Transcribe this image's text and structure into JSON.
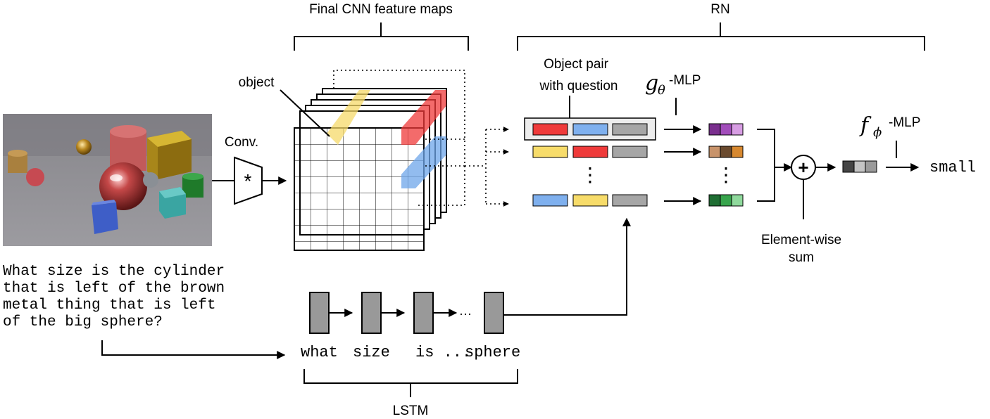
{
  "labels": {
    "cnn_title": "Final CNN feature maps",
    "rn_title": "RN",
    "object": "object",
    "conv": "Conv.",
    "conv_symbol": "*",
    "pair_line1": "Object pair",
    "pair_line2": "with question",
    "g_symbol": "g",
    "g_sub": "θ",
    "g_suffix": "-MLP",
    "f_symbol": "f",
    "f_sub": "ϕ",
    "f_suffix": "-MLP",
    "plus": "+",
    "sum_line1": "Element-wise",
    "sum_line2": "sum",
    "vdots": "⋮",
    "hdots": "···",
    "answer": "small",
    "lstm": "LSTM",
    "question_lines": [
      "What size is the cylinder",
      "that is left of the brown",
      "metal thing that is left",
      "of the big sphere?"
    ],
    "lstm_words": {
      "w1": "what",
      "w2": "size",
      "w3": "is ...",
      "w4": "sphere"
    }
  },
  "colors": {
    "red": "#ef3a3a",
    "blue": "#7fb0ee",
    "yellow": "#f7dc6a",
    "gray": "#a6a6a6",
    "lstm_gray": "#999999",
    "purple_dark": "#7a2f8e",
    "purple": "#a24dbb",
    "purple_light": "#d79de3",
    "brown_dark": "#6a4a2e",
    "brown": "#c8936a",
    "brown_light": "#d7882f",
    "green_dark": "#1f6e33",
    "green": "#37a44c",
    "green_light": "#8fd99c",
    "out_dark": "#454545",
    "out_mid": "#c4c4c4",
    "out_light": "#9a9a9a"
  },
  "icons": {
    "image": "clevr-scene-image",
    "sum": "circled-plus-icon"
  }
}
